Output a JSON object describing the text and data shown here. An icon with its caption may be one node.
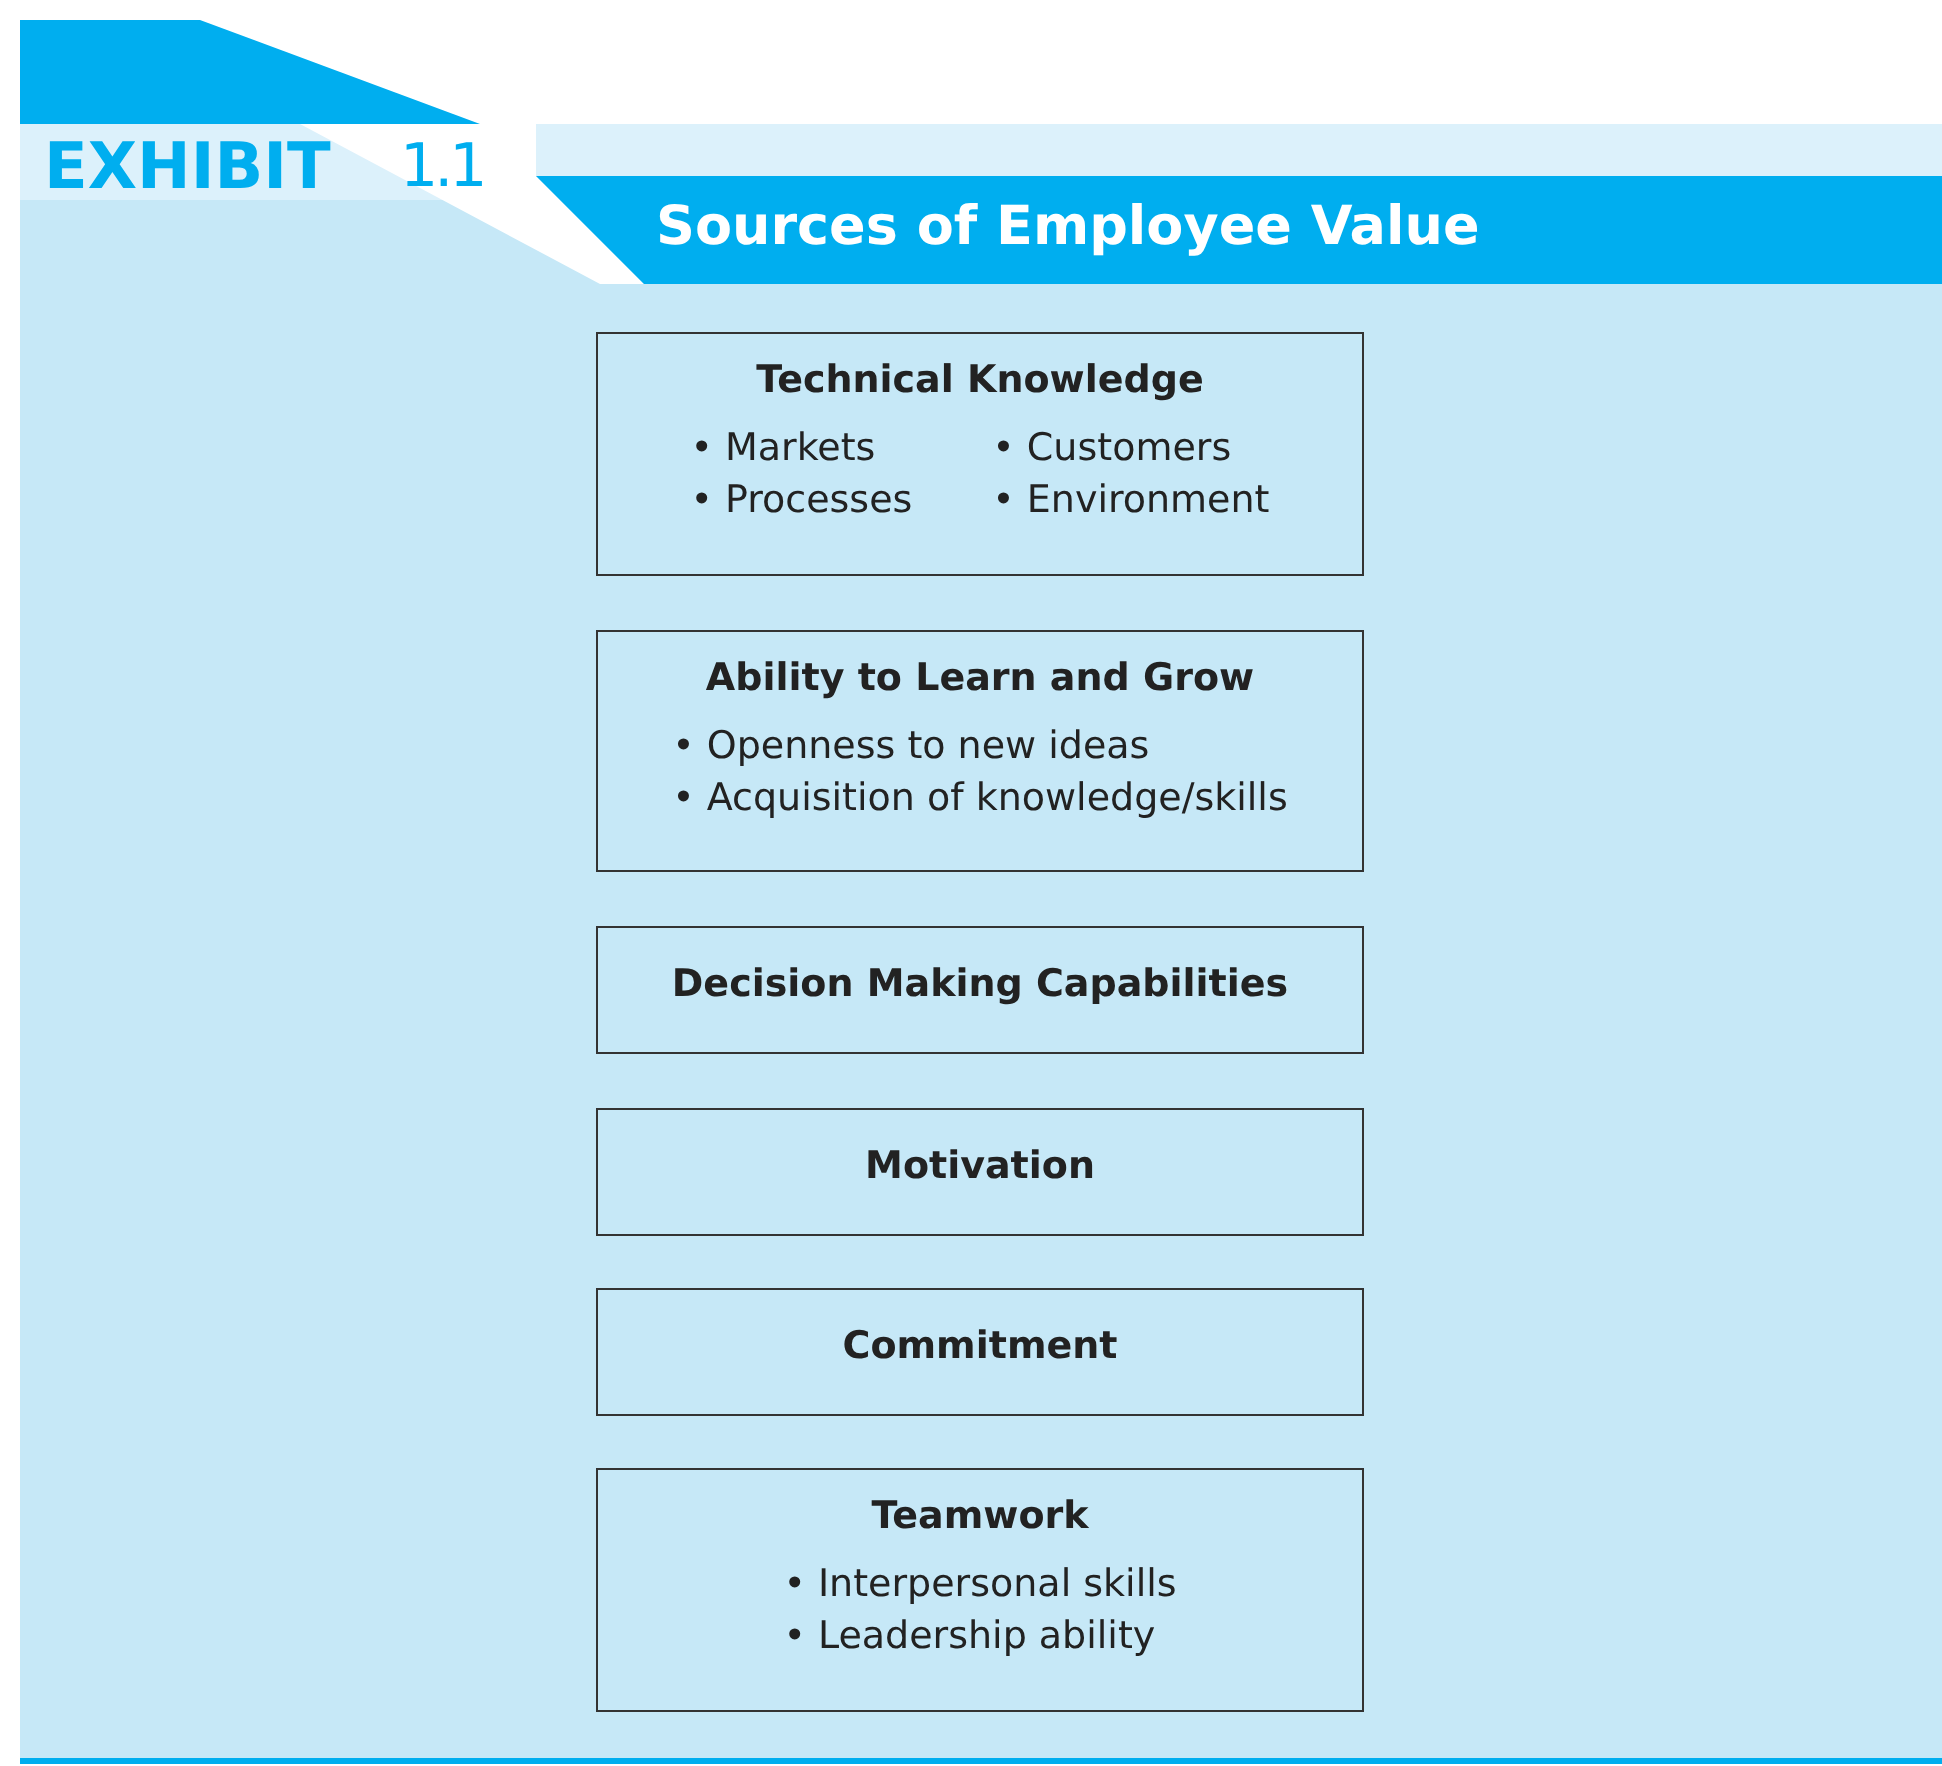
{
  "diagram": {
    "title": "Sources of Employee Value",
    "nodes": [
      {
        "text": [
          "Technical Knowledge",
          "• Markets",
          "• Customers",
          "• Processes",
          "• Environment"
        ]
      },
      {
        "text": [
          "Ability to Learn and Grow",
          "• Openness to new ideas",
          "• Acquisition of knowledge/skills"
        ]
      },
      {
        "text": [
          "Decision Making Capabilities"
        ]
      },
      {
        "text": [
          "Motivation"
        ]
      },
      {
        "text": [
          "Commitment"
        ]
      },
      {
        "text": [
          "Teamwork",
          "• Interpersonal skills",
          "• Leadership ability"
        ]
      }
    ],
    "labels": [
      "EXHIBIT",
      "1.1"
    ]
  }
}
